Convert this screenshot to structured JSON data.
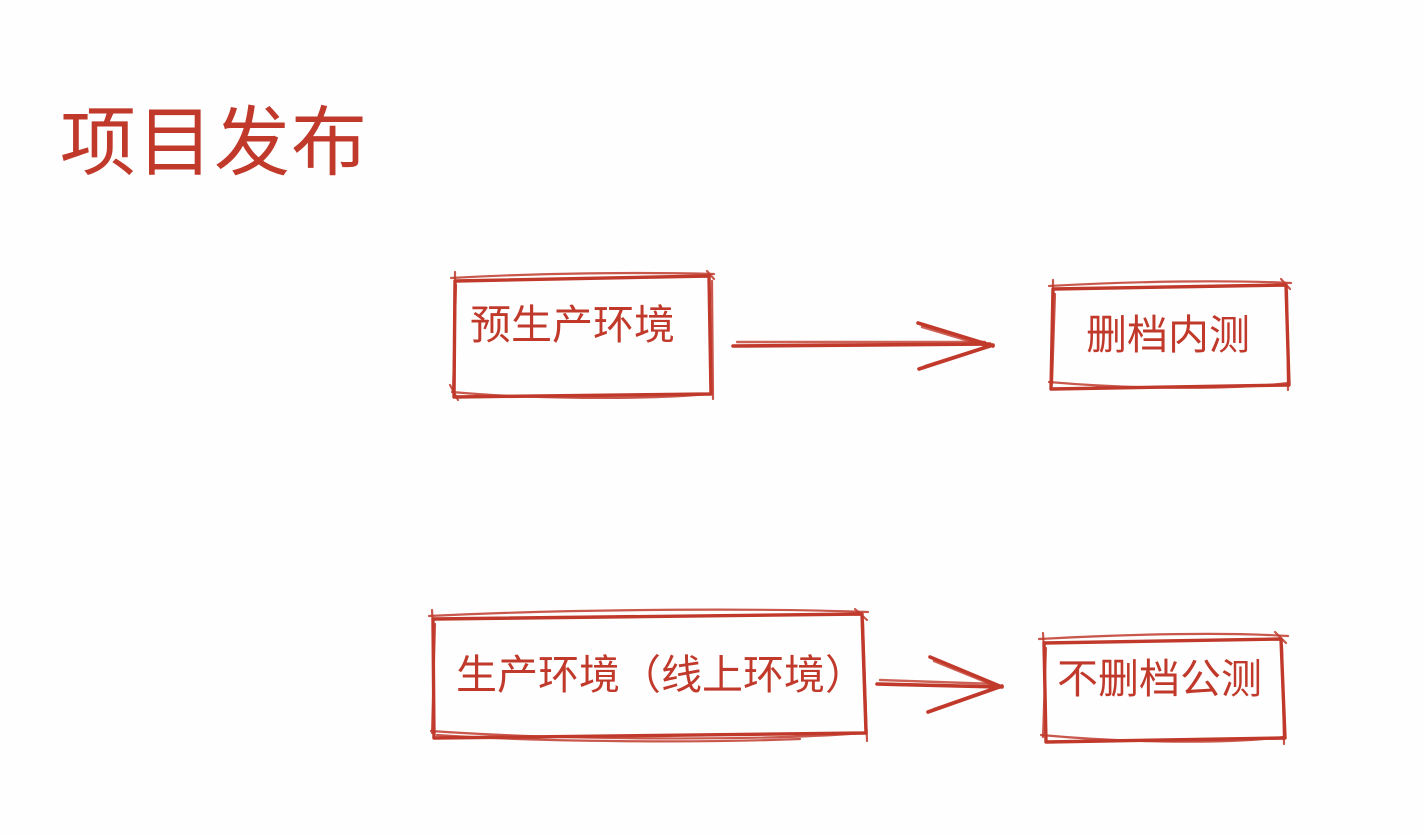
{
  "slide": {
    "title": "项目发布",
    "background_color": "#fefefe",
    "accent_color": "#C0392B"
  },
  "diagram": {
    "style": "hand-drawn-sketch",
    "nodes": [
      {
        "id": "pre-prod",
        "label": "预生产环境",
        "row": 1,
        "column": "left",
        "shape": "rectangle"
      },
      {
        "id": "closed-beta",
        "label": "删档内测",
        "row": 1,
        "column": "right",
        "shape": "rectangle"
      },
      {
        "id": "prod",
        "label": "生产环境（线上环境）",
        "row": 2,
        "column": "left",
        "shape": "rectangle"
      },
      {
        "id": "open-beta",
        "label": "不删档公测",
        "row": 2,
        "column": "right",
        "shape": "rectangle"
      }
    ],
    "edges": [
      {
        "id": "edge-1",
        "from": "pre-prod",
        "to": "closed-beta",
        "label": "",
        "arrow": "single-head-right"
      },
      {
        "id": "edge-2",
        "from": "prod",
        "to": "open-beta",
        "label": "",
        "arrow": "single-head-right"
      }
    ]
  }
}
